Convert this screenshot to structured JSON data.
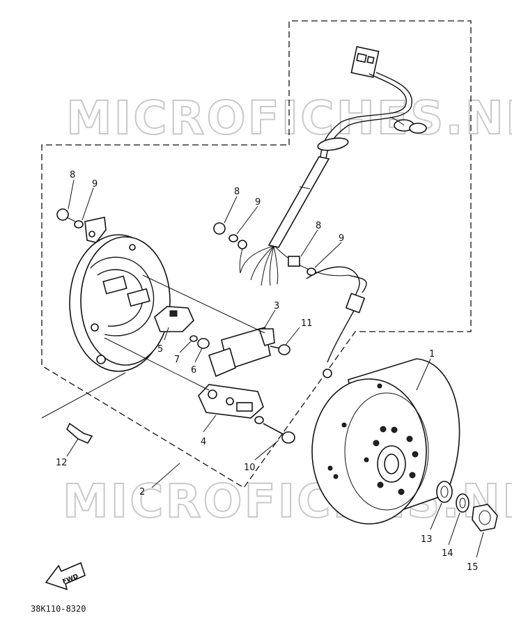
{
  "watermarks": [
    "MICROFICHES.NET",
    "MICROFICHES.NET"
  ],
  "footer_code": "38K110-8320",
  "fwd_label": "FWD",
  "callouts": {
    "p1": "1",
    "p2": "2",
    "p3": "3",
    "p4": "4",
    "p5": "5",
    "p6": "6",
    "p7": "7",
    "p8a": "8",
    "p9a": "9",
    "p8b": "8",
    "p9b": "9",
    "p8c": "8",
    "p9c": "9",
    "p10": "10",
    "p11": "11",
    "p12": "12",
    "p13": "13",
    "p14": "14",
    "p15": "15"
  }
}
